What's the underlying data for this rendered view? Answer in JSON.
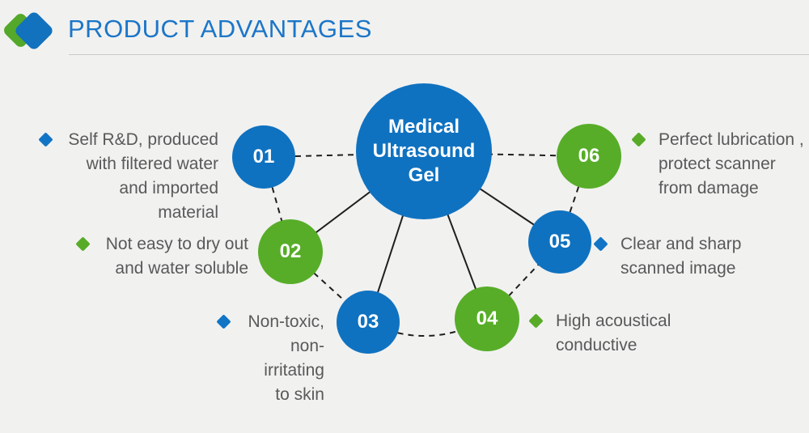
{
  "header": {
    "title": "PRODUCT ADVANTAGES",
    "logo_icon": "overlapping-diamonds-icon"
  },
  "colors": {
    "title_blue": "#1b76c8",
    "node_blue": "#0f72c0",
    "node_green": "#57ad28",
    "logo_green": "#54a82a",
    "logo_blue": "#1272bd",
    "text_gray": "#595959",
    "background": "#f1f1f0",
    "connector_black": "#1f1f1f",
    "divider_gray": "#c9c9c9"
  },
  "center": {
    "lines": [
      "Medical",
      "Ultrasound",
      "Gel"
    ]
  },
  "nodes": [
    {
      "number": "01",
      "color": "blue"
    },
    {
      "number": "02",
      "color": "green"
    },
    {
      "number": "03",
      "color": "blue"
    },
    {
      "number": "04",
      "color": "green"
    },
    {
      "number": "05",
      "color": "blue"
    },
    {
      "number": "06",
      "color": "green"
    }
  ],
  "advantages": [
    {
      "number": "01",
      "bullet": "blue",
      "align": "right",
      "lines": [
        "Self R&D, produced",
        "with filtered water",
        "and imported",
        "material"
      ]
    },
    {
      "number": "02",
      "bullet": "green",
      "align": "right",
      "lines": [
        "Not easy to dry out",
        "and water soluble"
      ]
    },
    {
      "number": "03",
      "bullet": "blue",
      "align": "right",
      "lines": [
        "Non-toxic,",
        "non-irritating",
        "to skin"
      ]
    },
    {
      "number": "04",
      "bullet": "green",
      "align": "left",
      "lines": [
        "High acoustical",
        "conductive"
      ]
    },
    {
      "number": "05",
      "bullet": "blue",
      "align": "left",
      "lines": [
        "Clear and sharp",
        "scanned image"
      ]
    },
    {
      "number": "06",
      "bullet": "green",
      "align": "left",
      "lines": [
        "Perfect lubrication ,",
        "protect scanner",
        "from damage"
      ]
    }
  ]
}
